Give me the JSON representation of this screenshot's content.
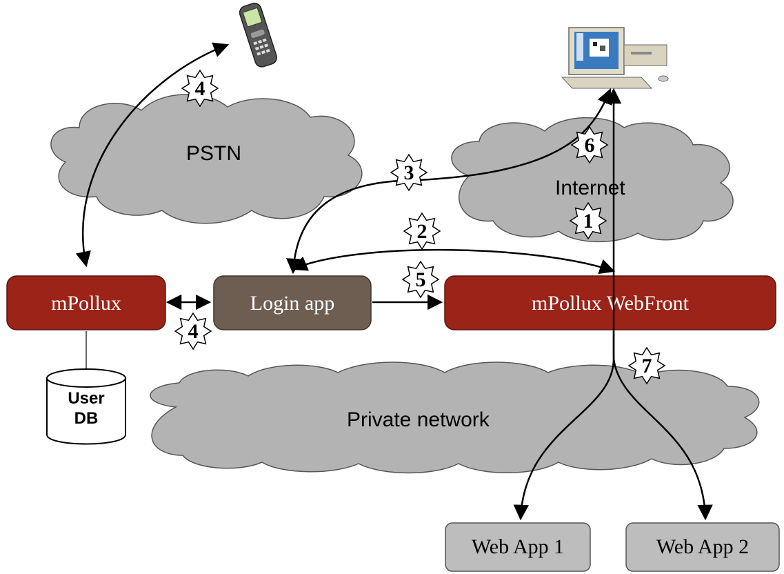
{
  "clouds": {
    "pstn": "PSTN",
    "internet": "Internet",
    "private": "Private network"
  },
  "boxes": {
    "mpollux": "mPollux",
    "login": "Login app",
    "webfront": "mPollux WebFront",
    "webapp1": "Web App 1",
    "webapp2": "Web App 2"
  },
  "db": {
    "line1": "User",
    "line2": "DB"
  },
  "steps": {
    "s1": "1",
    "s2": "2",
    "s3": "3",
    "s4a": "4",
    "s4b": "4",
    "s5": "5",
    "s6": "6",
    "s7": "7"
  },
  "colors": {
    "mpollux": "#9b2318",
    "webfront": "#9b2318",
    "login": "#6e5e52",
    "webapp": "#bdbdbd",
    "cloud": "#b3b3b3"
  }
}
